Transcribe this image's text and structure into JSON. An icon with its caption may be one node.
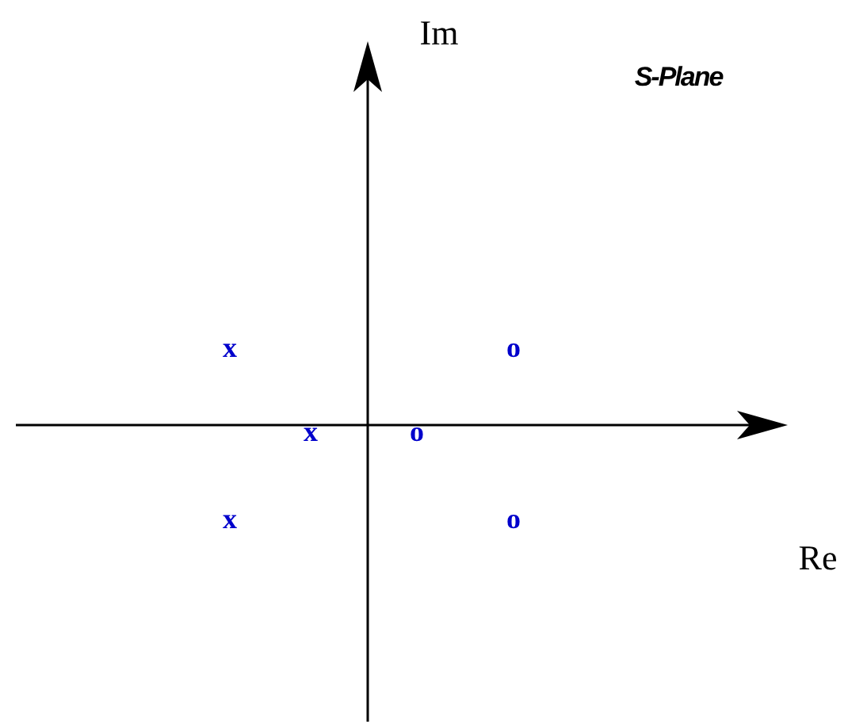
{
  "diagram": {
    "title": "S-Plane",
    "labels": [
      "Im",
      "x",
      "o",
      "x",
      "o",
      "Re",
      "x",
      "o"
    ]
  }
}
